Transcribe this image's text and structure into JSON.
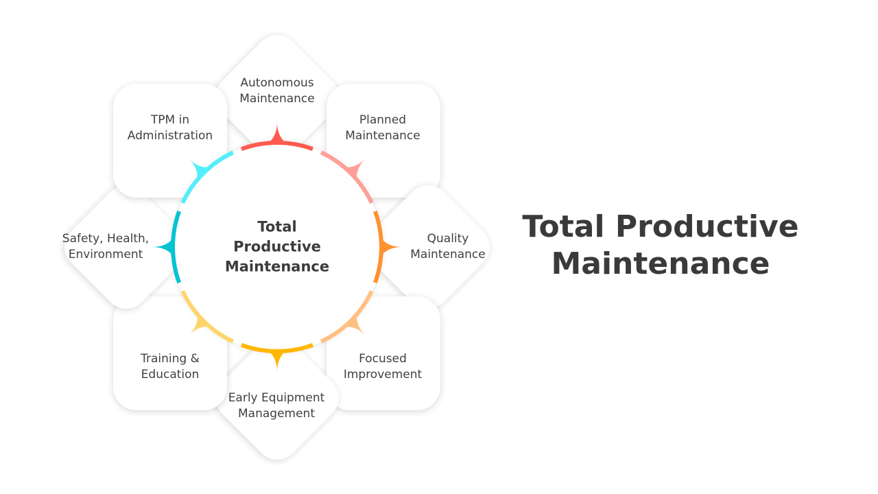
{
  "title": "Total Productive\nMaintenance",
  "center_label": "Total\nProductive\nMaintenance",
  "pillars": [
    {
      "label": "Autonomous\nMaintenance",
      "color": "#ff5a4f"
    },
    {
      "label": "Planned\nMaintenance",
      "color": "#ff9f97"
    },
    {
      "label": "Quality\nMaintenance",
      "color": "#ff922e"
    },
    {
      "label": "Focused\nImprovement",
      "color": "#ffc081"
    },
    {
      "label": "Early Equipment\nManagement",
      "color": "#ffb703"
    },
    {
      "label": "Training &\nEducation",
      "color": "#ffd56a"
    },
    {
      "label": "Safety, Health,\nEnvironment",
      "color": "#06c3d2"
    },
    {
      "label": "TPM in\nAdministration",
      "color": "#52effa"
    }
  ]
}
